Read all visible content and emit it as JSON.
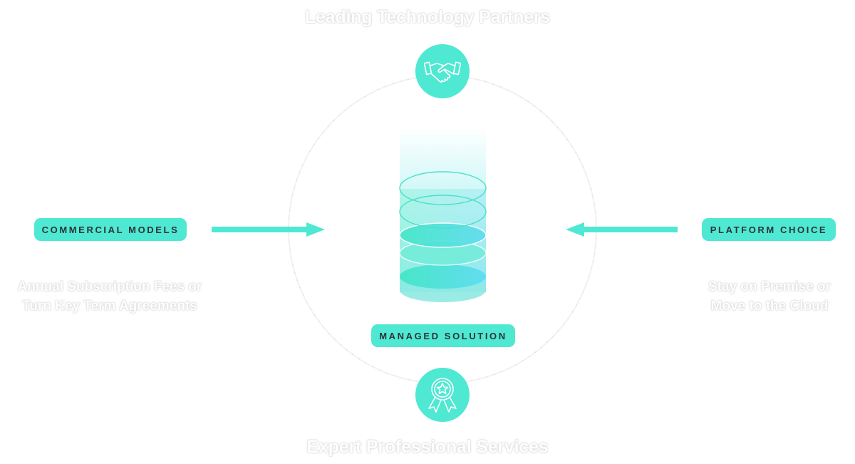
{
  "headings": {
    "top": "Leading Technology Partners",
    "bottom": "Expert Professional Services"
  },
  "badges": {
    "commercial": "COMMERCIAL MODELS",
    "platform": "PLATFORM CHOICE",
    "managed": "MANAGED SOLUTION"
  },
  "descriptions": {
    "left": [
      "Annual Subscription Fees or",
      "Turn Key Term Agreements"
    ],
    "right": [
      "Stay on Premise or",
      "Move to the Cloud"
    ]
  },
  "icons": {
    "top": "handshake-icon",
    "bottom": "award-ribbon-icon"
  },
  "colors": {
    "accent": "#4fe8d2",
    "badge_text": "#2d3338",
    "arrow": "#4fe8d2"
  }
}
